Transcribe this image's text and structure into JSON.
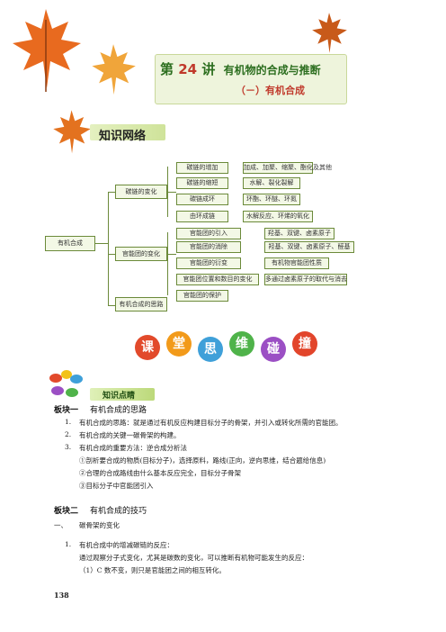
{
  "header": {
    "title_prefix": "第",
    "lecture_num": "24",
    "title_suffix": "讲",
    "title_topic": "有机物的合成与推断",
    "subtitle": "（－）有机合成"
  },
  "section": {
    "knowledge_network": "知识网络"
  },
  "concept_map": {
    "root": "有机合成",
    "l1": [
      "碳链的变化",
      "官能团的变化",
      "有机合成的思路"
    ],
    "chain_items": [
      "碳链的增加",
      "碳链的缩短",
      "碳链成环",
      "由环成链"
    ],
    "chain_notes": [
      "加成、加聚、缩聚、酯化及其他",
      "水解、裂化裂解",
      "环酯、环醚、环氮",
      "水解反应、环烯的氧化"
    ],
    "fg_items": [
      "官能团的引入",
      "官能团的消除",
      "官能团的衍变",
      "官能团位置和数目的变化",
      "官能团的保护"
    ],
    "fg_notes": [
      "羟基、双键、卤素原子",
      "羟基、双键、卤素原子、醛基",
      "有机物官能团性质",
      "多通过卤素原子的取代与消去"
    ]
  },
  "banner": {
    "chars": [
      "课",
      "堂",
      "思",
      "维",
      "碰",
      "撞"
    ],
    "colors": [
      "#e24a2b",
      "#f29a1a",
      "#3fa0d9",
      "#4fb34a",
      "#9b4fc4",
      "#e2452b"
    ]
  },
  "knowledge_points": {
    "tag": "知识点睛",
    "block1": {
      "label": "板块一",
      "title": "有机合成的思路",
      "items": [
        {
          "n": "1.",
          "t": "有机合成的思路：就是通过有机反应构建目标分子的骨架，并引入或转化所需的官能团。"
        },
        {
          "n": "2.",
          "t": "有机合成的关键一碳骨架的构建。"
        },
        {
          "n": "3.",
          "t": "有机合成的重要方法：逆合成分析法"
        }
      ],
      "sub_items": [
        "①剖析要合成的物质(目标分子)，选择原料，路线(正向，逆向思维，结合题给信息)",
        "②合理的合成路线由什么基本反应完全，目标分子骨架",
        "③目标分子中官能团引入"
      ]
    },
    "block2": {
      "label": "板块二",
      "title": "有机合成的技巧",
      "heading1_num": "一、",
      "heading1": "碳骨架的变化",
      "item1_num": "1.",
      "item1": "有机合成中的增减碳链的反应：",
      "item1_line2": "通过观察分子式变化，尤其是碳数的变化，可以推断有机物可能发生的反应：",
      "item1_line3": "（1）C 数不变，则只是官能团之间的相互转化。"
    }
  },
  "page_number": "138"
}
